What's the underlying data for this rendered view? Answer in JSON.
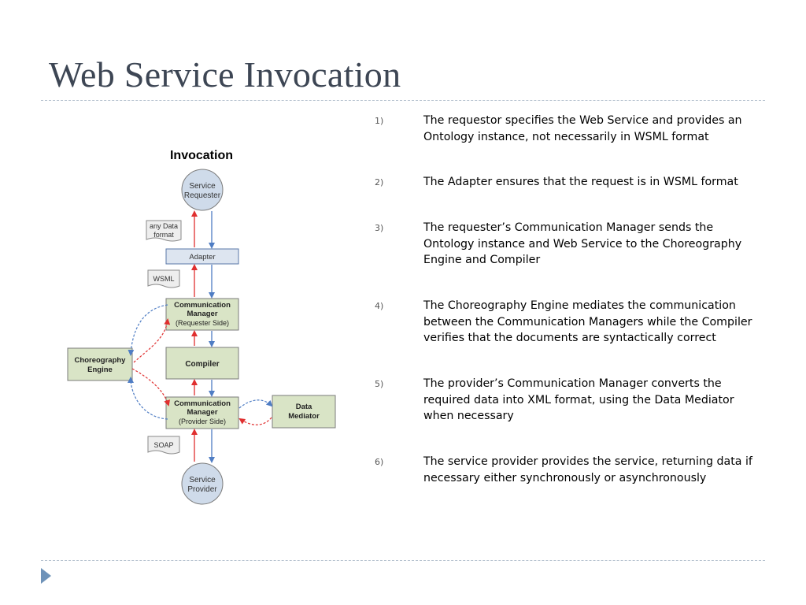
{
  "slide": {
    "title": "Web Service Invocation"
  },
  "diagram": {
    "heading": "Invocation",
    "service_requester": [
      "Service",
      "Requester"
    ],
    "service_provider": [
      "Service",
      "Provider"
    ],
    "any_data_format": [
      "any Data",
      "format"
    ],
    "wsml": "WSML",
    "soap": "SOAP",
    "adapter": "Adapter",
    "comm_manager_requester": [
      "Communication",
      "Manager",
      "(Requester Side)"
    ],
    "compiler": "Compiler",
    "comm_manager_provider": [
      "Communication",
      "Manager",
      "(Provider Side)"
    ],
    "choreography_engine": [
      "Choreography",
      "Engine"
    ],
    "data_mediator": [
      "Data",
      "Mediator"
    ],
    "colors": {
      "box_fill": "#d9e4c6",
      "box_border": "#7b7b7b",
      "arrow_blue": "#4f7dc4",
      "arrow_red": "#e03030",
      "circle_fill": "#cfdbea"
    }
  },
  "steps": [
    {
      "num": "1)",
      "text": "The requestor specifies the Web Service and provides an Ontology instance, not necessarily in WSML format"
    },
    {
      "num": "2)",
      "text": "The Adapter ensures that the request is in WSML format"
    },
    {
      "num": "3)",
      "text": "The requester’s Communication Manager  sends the Ontology instance and Web Service to the Choreography Engine and Compiler"
    },
    {
      "num": "4)",
      "text": "The Choreography Engine mediates the communication between the Communication Managers while the Compiler verifies that the documents are syntactically correct"
    },
    {
      "num": "5)",
      "text": "The provider’s Communication Manager converts the required data into XML format, using the Data Mediator when necessary"
    },
    {
      "num": "6)",
      "text": "The service provider provides the service, returning data if necessary either synchronously or asynchronously"
    }
  ]
}
